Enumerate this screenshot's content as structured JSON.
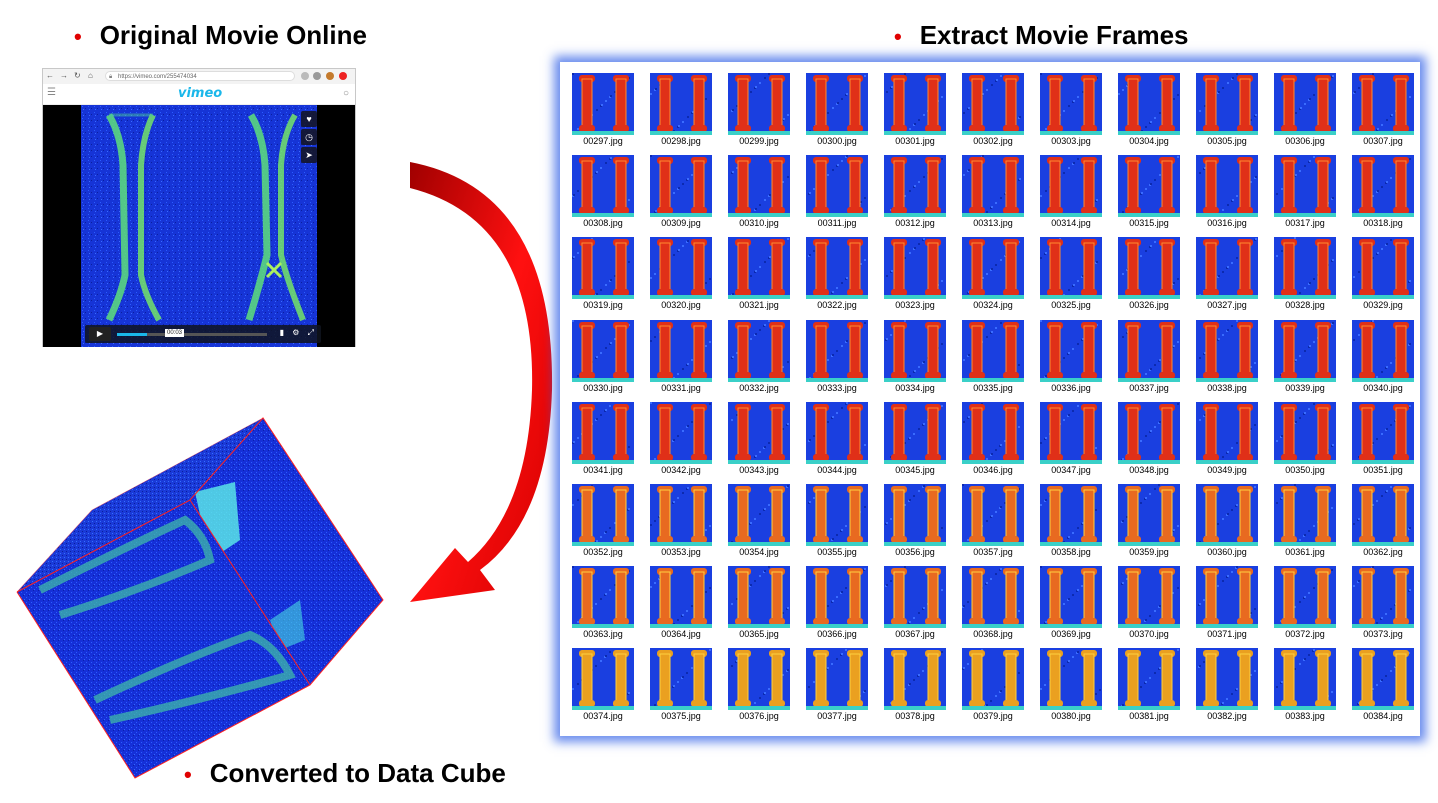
{
  "headings": {
    "original": "Original Movie Online",
    "extract": "Extract Movie Frames",
    "cube": "Converted to Data Cube"
  },
  "bullet": "•",
  "browser": {
    "url": "https://vimeo.com/255474034",
    "logo": "vimeo",
    "time": "00:03",
    "progress": 0.2,
    "nav_icons": [
      "back-arrow-icon",
      "forward-arrow-icon",
      "refresh-icon",
      "home-icon"
    ],
    "side_icons": [
      "heart-icon",
      "clock-icon",
      "send-icon"
    ]
  },
  "colors": {
    "bullet": "#e00000",
    "arrow": "#e00000",
    "glow": "#3f6fe8",
    "vimeo": "#1ab7ea",
    "cube_edge": "#ff2020"
  },
  "frames": [
    "00297.jpg",
    "00298.jpg",
    "00299.jpg",
    "00300.jpg",
    "00301.jpg",
    "00302.jpg",
    "00303.jpg",
    "00304.jpg",
    "00305.jpg",
    "00306.jpg",
    "00307.jpg",
    "00308.jpg",
    "00309.jpg",
    "00310.jpg",
    "00311.jpg",
    "00312.jpg",
    "00313.jpg",
    "00314.jpg",
    "00315.jpg",
    "00316.jpg",
    "00317.jpg",
    "00318.jpg",
    "00319.jpg",
    "00320.jpg",
    "00321.jpg",
    "00322.jpg",
    "00323.jpg",
    "00324.jpg",
    "00325.jpg",
    "00326.jpg",
    "00327.jpg",
    "00328.jpg",
    "00329.jpg",
    "00330.jpg",
    "00331.jpg",
    "00332.jpg",
    "00333.jpg",
    "00334.jpg",
    "00335.jpg",
    "00336.jpg",
    "00337.jpg",
    "00338.jpg",
    "00339.jpg",
    "00340.jpg",
    "00341.jpg",
    "00342.jpg",
    "00343.jpg",
    "00344.jpg",
    "00345.jpg",
    "00346.jpg",
    "00347.jpg",
    "00348.jpg",
    "00349.jpg",
    "00350.jpg",
    "00351.jpg",
    "00352.jpg",
    "00353.jpg",
    "00354.jpg",
    "00355.jpg",
    "00356.jpg",
    "00357.jpg",
    "00358.jpg",
    "00359.jpg",
    "00360.jpg",
    "00361.jpg",
    "00362.jpg",
    "00363.jpg",
    "00364.jpg",
    "00365.jpg",
    "00366.jpg",
    "00367.jpg",
    "00368.jpg",
    "00369.jpg",
    "00370.jpg",
    "00371.jpg",
    "00372.jpg",
    "00373.jpg",
    "00374.jpg",
    "00375.jpg",
    "00376.jpg",
    "00377.jpg",
    "00378.jpg",
    "00379.jpg",
    "00380.jpg",
    "00381.jpg",
    "00382.jpg",
    "00383.jpg",
    "00384.jpg"
  ]
}
